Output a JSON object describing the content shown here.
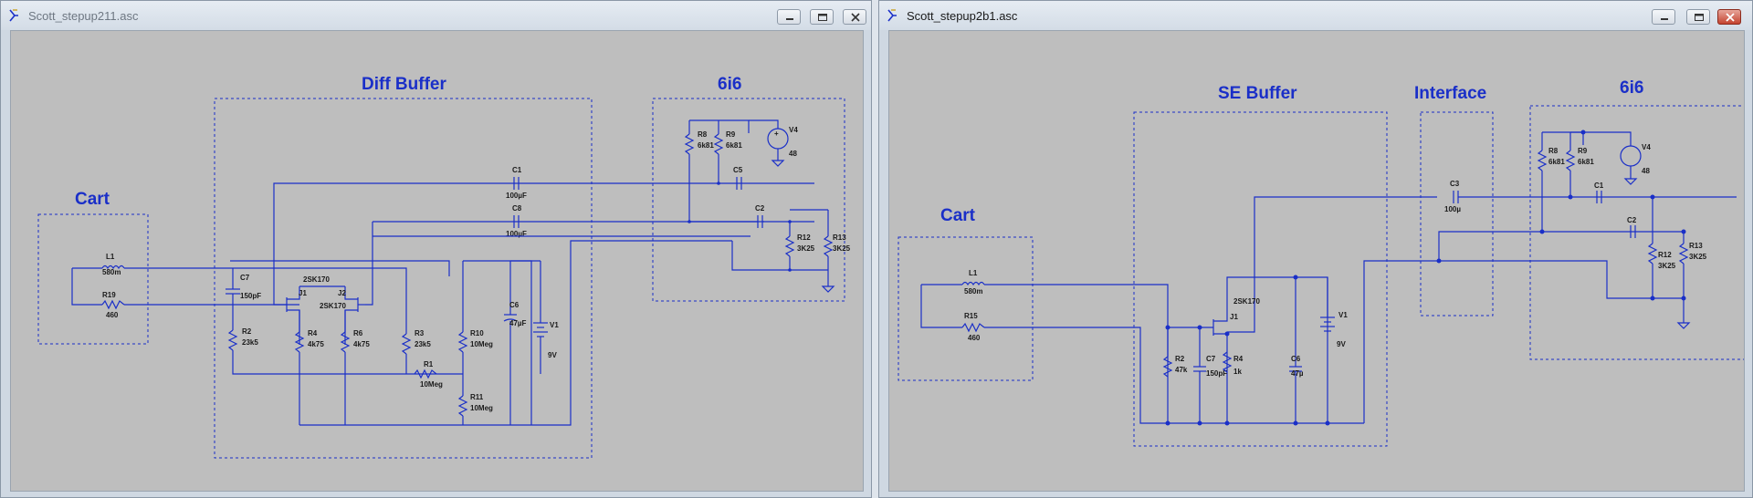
{
  "windows": [
    {
      "title": "Scott_stepup211.asc",
      "sections": [
        "Diff Buffer",
        "6i6",
        "Cart"
      ],
      "components": {
        "L1": [
          "L1",
          "580m"
        ],
        "R19": [
          "R19",
          "460"
        ],
        "C7": [
          "C7",
          "150pF"
        ],
        "J1": [
          "2SK170",
          "J1"
        ],
        "J2": [
          "J2",
          "2SK170"
        ],
        "R2": [
          "R2",
          "23k5"
        ],
        "R4": [
          "R4",
          "4k75"
        ],
        "R6": [
          "R6",
          "4k75"
        ],
        "R3": [
          "R3",
          "23k5"
        ],
        "R1": [
          "R1",
          "10Meg"
        ],
        "R10": [
          "R10",
          "10Meg"
        ],
        "R11": [
          "R11",
          "10Meg"
        ],
        "C6": [
          "C6",
          "47µF"
        ],
        "V1": [
          "V1",
          "9V"
        ],
        "C1": [
          "C1",
          "100µF"
        ],
        "C8": [
          "C8",
          "100µF"
        ],
        "R8": [
          "R8",
          "6k81"
        ],
        "R9": [
          "R9",
          "6k81"
        ],
        "V4": [
          "V4",
          "48"
        ],
        "C5": [
          "C5"
        ],
        "C2": [
          "C2"
        ],
        "R12": [
          "R12",
          "3K25"
        ],
        "R13": [
          "R13",
          "3K25"
        ]
      }
    },
    {
      "title": "Scott_stepup2b1.asc",
      "sections": [
        "SE Buffer",
        "Interface",
        "6i6",
        "Cart"
      ],
      "components": {
        "L1": [
          "L1",
          "580m"
        ],
        "R15": [
          "R15",
          "460"
        ],
        "J1": [
          "2SK170",
          "J1"
        ],
        "V1": [
          "V1",
          "9V"
        ],
        "R2": [
          "R2",
          "47k"
        ],
        "C7": [
          "C7",
          "150pF"
        ],
        "R4": [
          "R4",
          "1k"
        ],
        "C6": [
          "C6",
          "47µ"
        ],
        "C3": [
          "C3",
          "100µ"
        ],
        "R8": [
          "R8",
          "6k81"
        ],
        "R9": [
          "R9",
          "6k81"
        ],
        "V4": [
          "V4",
          "48"
        ],
        "C1": [
          "C1"
        ],
        "C2": [
          "C2"
        ],
        "R12": [
          "R12",
          "3K25"
        ],
        "R13": [
          "R13",
          "3K25"
        ]
      }
    }
  ],
  "colors": {
    "wire": "#1a2fc8",
    "canvas": "#bebebe",
    "title_active": "#1a1a1a",
    "title_inactive": "#6e7782"
  },
  "icons": {
    "app": "ltspice-icon",
    "minimize": "minimize-icon",
    "maximize": "maximize-icon",
    "close": "close-icon"
  }
}
